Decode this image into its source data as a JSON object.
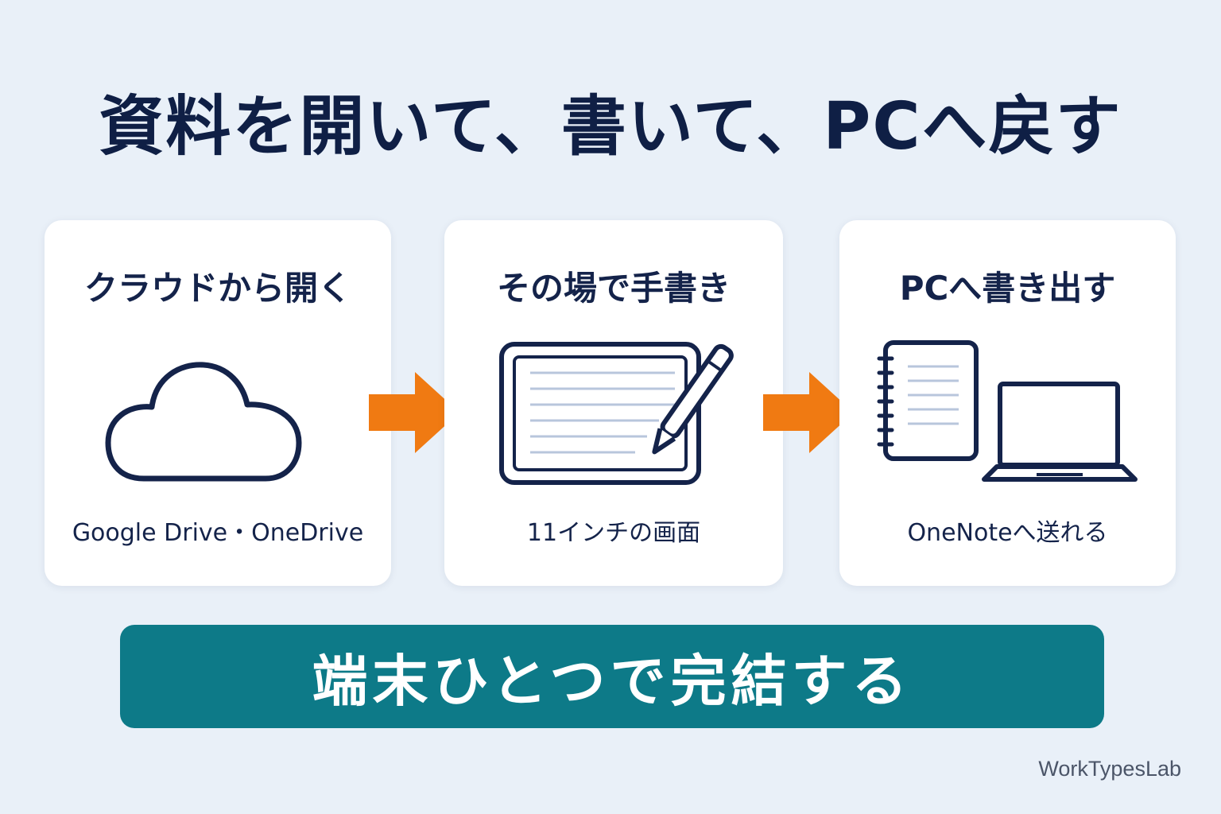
{
  "title": "資料を開いて、書いて、PCへ戻す",
  "steps": [
    {
      "heading": "クラウドから開く",
      "caption": "Google Drive・OneDrive",
      "icon": "cloud-icon"
    },
    {
      "heading": "その場で手書き",
      "caption": "11インチの画面",
      "icon": "tablet-pen-icon"
    },
    {
      "heading": "PCへ書き出す",
      "caption": "OneNoteへ送れる",
      "icon": "notebook-laptop-icon"
    }
  ],
  "banner": "端末ひとつで完結する",
  "brand": "WorkTypesLab",
  "colors": {
    "background": "#e9f0f8",
    "text": "#14234a",
    "arrow": "#f07a12",
    "banner": "#0d7a88",
    "line_accent": "#b8c6dc"
  }
}
